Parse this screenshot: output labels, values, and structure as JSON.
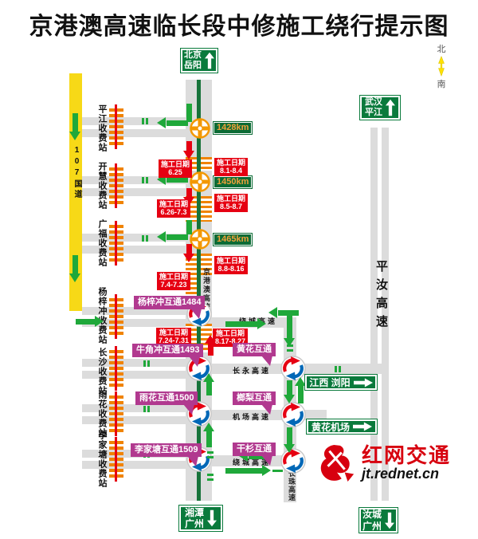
{
  "title": "京港澳高速临长段中修施工绕行提示图",
  "compass": {
    "north": "北",
    "south": "南"
  },
  "signs": {
    "beijing_yueyang": {
      "line1": "北京",
      "line2": "岳阳"
    },
    "wuhan_pingjiang": {
      "line1": "武汉",
      "line2": "平江"
    },
    "xiangtan_guangzhou": {
      "line1": "湘潭",
      "line2": "广州"
    },
    "rucheng_guangzhou": {
      "line1": "汝城",
      "line2": "广州"
    },
    "jiangxi_liuyang": "江西 浏阳",
    "huanghua_airport": "黄花机场"
  },
  "roads": {
    "jinggangao": "京港澳高速",
    "guodao107": "107国道",
    "pingru": "平汝高速",
    "raocheng_top": "绕城高速",
    "changyong": "长永高速",
    "jichang": "机场高速",
    "raocheng_bottom": "绕城高速",
    "changzhu": "长珠高速"
  },
  "km_markers": [
    {
      "label": "1428km"
    },
    {
      "label": "1450km"
    },
    {
      "label": "1465km"
    }
  ],
  "toll_stations": [
    {
      "name": "平江收费站"
    },
    {
      "name": "开慧收费站"
    },
    {
      "name": "广福收费站"
    },
    {
      "name": "杨梓冲收费站"
    },
    {
      "name": "长沙收费站"
    },
    {
      "name": "雨花收费站"
    },
    {
      "name": "李家塘收费站"
    }
  ],
  "interchanges": [
    {
      "label": "杨梓冲互通1484"
    },
    {
      "label": "牛角冲互通1493"
    },
    {
      "label": "雨花互通1500"
    },
    {
      "label": "李家塘互通1509"
    },
    {
      "label": "黄花互通"
    },
    {
      "label": "榔梨互通"
    },
    {
      "label": "干杉互通"
    }
  ],
  "construction": {
    "heading": "施工日期",
    "left": [
      {
        "date": "6.25"
      },
      {
        "date": "6.26-7.3"
      },
      {
        "date": "7.4-7.23"
      },
      {
        "date": "7.24-7.31"
      }
    ],
    "right": [
      {
        "date": "8.1-8.4"
      },
      {
        "date": "8.5-8.7"
      },
      {
        "date": "8.8-8.16"
      },
      {
        "date": "8.17-8.27"
      }
    ]
  },
  "logo": {
    "name": "红网交通",
    "site": "jt.rednet.cn"
  },
  "colors": {
    "sign_green": "#0a7a3c",
    "road_gray": "#dcdcdc",
    "median_green": "#17733a",
    "construction_orange": "#f08300",
    "alert_red": "#e60012",
    "route_yellow": "#f7d917",
    "interchange_purple": "#b1398f",
    "arrow_green": "#1fa83a",
    "km_text_orange": "#f0a13a",
    "logo_red": "#d7000f"
  }
}
